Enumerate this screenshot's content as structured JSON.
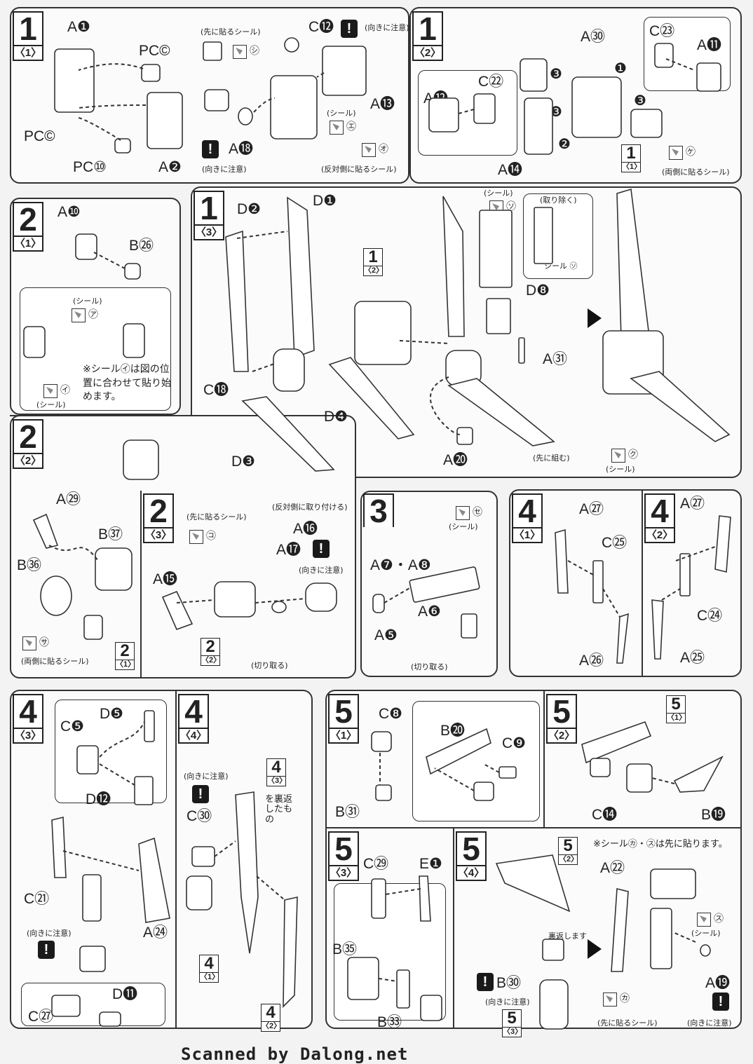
{
  "sections": {
    "s1_1": {
      "step": "1",
      "sub": "〈1〉"
    },
    "s1_2": {
      "step": "1",
      "sub": "〈2〉"
    },
    "s1_3": {
      "step": "1",
      "sub": "〈3〉"
    },
    "s2_1": {
      "step": "2",
      "sub": "〈1〉"
    },
    "s2_2": {
      "step": "2",
      "sub": "〈2〉"
    },
    "s2_3": {
      "step": "2",
      "sub": "〈3〉"
    },
    "s3": {
      "step": "3"
    },
    "s4_1": {
      "step": "4",
      "sub": "〈1〉"
    },
    "s4_2": {
      "step": "4",
      "sub": "〈2〉"
    },
    "s4_3": {
      "step": "4",
      "sub": "〈3〉"
    },
    "s4_4": {
      "step": "4",
      "sub": "〈4〉"
    },
    "s5_1": {
      "step": "5",
      "sub": "〈1〉"
    },
    "s5_2": {
      "step": "5",
      "sub": "〈2〉"
    },
    "s5_3": {
      "step": "5",
      "sub": "〈3〉"
    },
    "s5_4": {
      "step": "5",
      "sub": "〈4〉"
    }
  },
  "labels": {
    "a1": "A❶",
    "pcc1": "PC©",
    "pcc2": "PC©",
    "pcd": "PC⑩",
    "a2": "A❷",
    "c12": "C⓬",
    "a13": "A⓭",
    "a18": "A⓲",
    "a30": "A㉚",
    "c23": "C㉓",
    "a11": "A⓫",
    "a12": "A⓬",
    "c22": "C㉒",
    "a14": "A⓮",
    "a10": "A❿",
    "b26": "B㉖",
    "d2": "D❷",
    "d1": "D❶",
    "c18": "C⓲",
    "d4": "D❹",
    "d3": "D❸",
    "d8": "D❽",
    "a31": "A㉛",
    "a20": "A⓴",
    "a29": "A㉙",
    "b37": "B㊲",
    "b36": "B㊱",
    "a16": "A⓰",
    "a17": "A⓱",
    "a15": "A⓯",
    "a7a8": "A❼・A❽",
    "a6": "A❻",
    "a5": "A❺",
    "a27a": "A㉗",
    "c25": "C㉕",
    "a26": "A㉖",
    "a27b": "A㉗",
    "c24": "C㉔",
    "a25": "A㉕",
    "d5": "D❺",
    "c5": "C❺",
    "d12": "D⓬",
    "c21": "C㉑",
    "a24": "A㉔",
    "d11": "D⓫",
    "c27": "C㉗",
    "c30": "C㉚",
    "c8": "C❽",
    "b31": "B㉛",
    "b20": "B⓴",
    "c9": "C❾",
    "c14": "C⓮",
    "b19": "B⓳",
    "c29": "C㉙",
    "e1": "E❶",
    "b35": "B㉟",
    "b33": "B㉝",
    "b30": "B㉚",
    "a22": "A㉒",
    "a19": "A⓳"
  },
  "notes": {
    "attach_first": "(先に貼るシール)",
    "orientation": "(向きに注意)",
    "orientation_plain": "(向きに注意)",
    "opposite_side": "(反対側に貼るシール)",
    "both_sides": "(両側に貼るシール)",
    "seal": "(シール)",
    "remove": "(取り除く)",
    "seal_so": "シール ㋞",
    "assemble_first": "(先に組む)",
    "opposite_attach": "(反対側に取り付ける)",
    "cut_off": "(切り取る)",
    "seal_i_note": "※シール㋑は図の位置に合わせて貼り始めます。",
    "flipped": "を裏返したもの",
    "flip": "裏返します",
    "seal_ka_su_note": "※シール㋕・㋜は先に貼ります。"
  },
  "seal_codes": {
    "shi": "㋛",
    "e": "㋓",
    "o": "㋔",
    "ke": "㋘",
    "so": "㋞",
    "a": "㋐",
    "i": "㋑",
    "ku": "㋗",
    "ko": "㋙",
    "se": "㋝",
    "sa": "㋚",
    "su": "㋜",
    "ka": "㋕"
  },
  "refs": {
    "r1_1": {
      "n": "1",
      "s": "〈1〉"
    },
    "r1_2": {
      "n": "1",
      "s": "〈2〉"
    },
    "r2_1": {
      "n": "2",
      "s": "〈1〉"
    },
    "r2_2": {
      "n": "2",
      "s": "〈2〉"
    },
    "r4_1": {
      "n": "4",
      "s": "〈1〉"
    },
    "r4_2": {
      "n": "4",
      "s": "〈2〉"
    },
    "r4_3": {
      "n": "4",
      "s": "〈3〉"
    },
    "r5_1": {
      "n": "5",
      "s": "〈1〉"
    },
    "r5_2": {
      "n": "5",
      "s": "〈2〉"
    },
    "r5_3": {
      "n": "5",
      "s": "〈3〉"
    }
  },
  "callouts": {
    "c1": "❶",
    "c2": "❷",
    "c3a": "❸",
    "c3b": "❸",
    "c3c": "❸"
  },
  "footer": "Scanned by Dalong.net"
}
